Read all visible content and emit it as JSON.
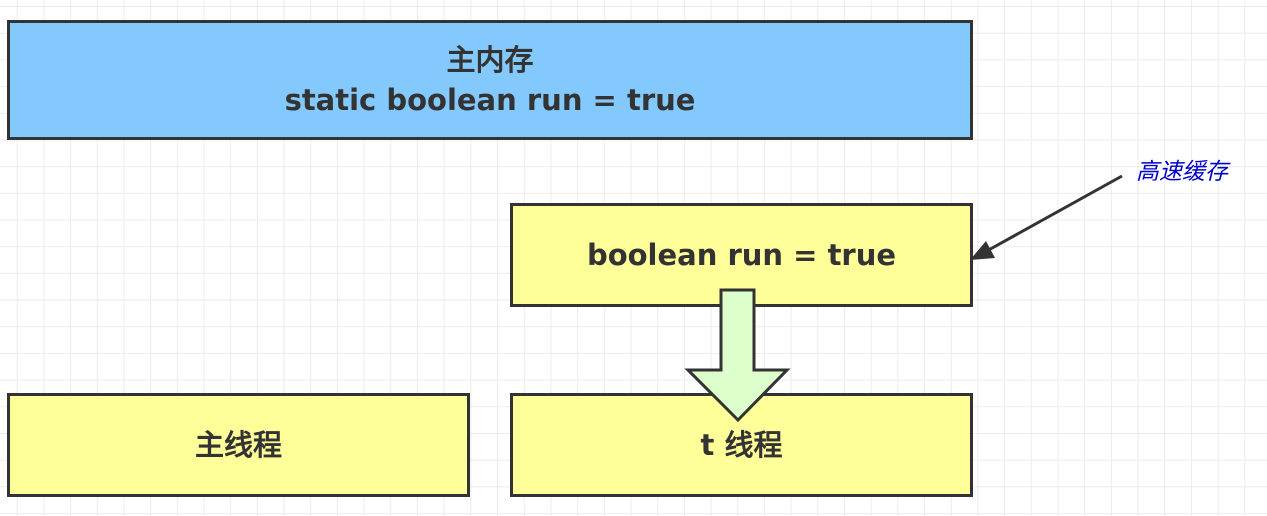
{
  "main_memory": {
    "title": "主内存",
    "code": "static boolean run = true"
  },
  "cache_box": {
    "code": "boolean run = true"
  },
  "cache_label": "高速缓存",
  "main_thread": "主线程",
  "t_thread": "t 线程",
  "colors": {
    "main_memory": "#83c9fd",
    "thread_box": "#ffff99",
    "down_arrow": "#ddffcc",
    "label": "#0000cc",
    "border": "#333333"
  }
}
